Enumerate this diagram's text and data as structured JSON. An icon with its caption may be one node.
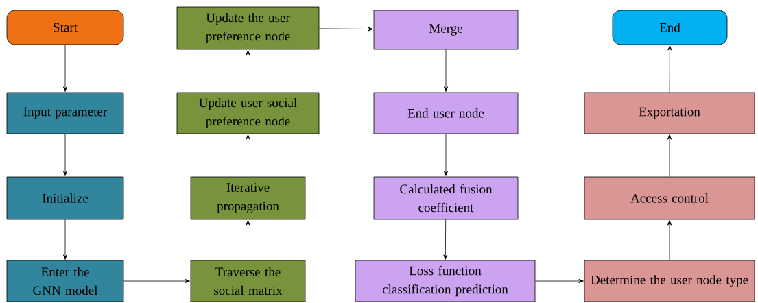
{
  "diagram": {
    "nodes": [
      {
        "text": [
          "Start"
        ]
      },
      {
        "text": [
          "Input parameter"
        ]
      },
      {
        "text": [
          "Initialize"
        ]
      },
      {
        "text": [
          "Enter the GNN model"
        ]
      },
      {
        "text": [
          "Traverse the social matrix"
        ]
      },
      {
        "text": [
          "Iterative propagation"
        ]
      },
      {
        "text": [
          "Update user social preference node"
        ]
      },
      {
        "text": [
          "Update the user preference node"
        ]
      },
      {
        "text": [
          "Merge"
        ]
      },
      {
        "text": [
          "End user node"
        ]
      },
      {
        "text": [
          "Calculated fusion coefficient"
        ]
      },
      {
        "text": [
          "Loss function classification prediction"
        ]
      },
      {
        "text": [
          "Determine the user node type"
        ]
      },
      {
        "text": [
          "Access control"
        ]
      },
      {
        "text": [
          "Exportation"
        ]
      },
      {
        "text": [
          "End"
        ]
      }
    ],
    "edges": [
      {
        "from": 0,
        "to": 1,
        "arrow": "to"
      },
      {
        "from": 1,
        "to": 2,
        "arrow": "to"
      },
      {
        "from": 2,
        "to": 3,
        "arrow": "to"
      },
      {
        "from": 3,
        "to": 4,
        "arrow": "to"
      },
      {
        "from": 4,
        "to": 5,
        "arrow": "to"
      },
      {
        "from": 5,
        "to": 6,
        "arrow": "to"
      },
      {
        "from": 6,
        "to": 7,
        "arrow": "to"
      },
      {
        "from": 7,
        "to": 8,
        "arrow": "to"
      },
      {
        "from": 8,
        "to": 9,
        "arrow": "to"
      },
      {
        "from": 9,
        "to": 10,
        "arrow": "to"
      },
      {
        "from": 10,
        "to": 11,
        "arrow": "to"
      },
      {
        "from": 11,
        "to": 12,
        "arrow": "to"
      },
      {
        "from": 12,
        "to": 13,
        "arrow": "to"
      },
      {
        "from": 13,
        "to": 14,
        "arrow": "to"
      },
      {
        "from": 14,
        "to": 15,
        "arrow": "to"
      }
    ]
  }
}
